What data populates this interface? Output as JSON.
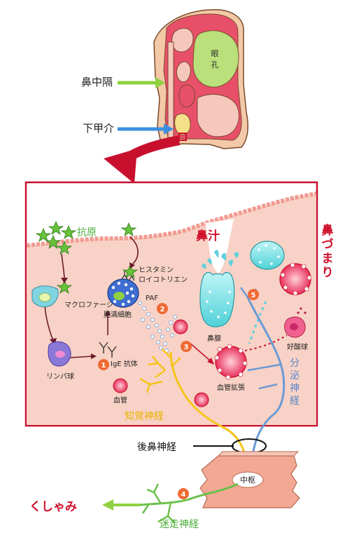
{
  "top_labels": {
    "septum": "鼻中隔",
    "turbinate": "下甲介",
    "orbit": "眼孔"
  },
  "side_labels": {
    "runny_nose": "鼻汁",
    "congestion": "鼻づまり",
    "sneeze": "くしゃみ"
  },
  "inner_labels": {
    "antigen": "抗原",
    "macrophage": "マクロファージ",
    "lymphocyte": "リンパ球",
    "ige": "IgE 抗体",
    "mast_cell": "肥満細胞",
    "mediators_1": "ヒスタミン",
    "mediators_2": "ロイコトリエン",
    "paf": "PAF",
    "blood_vessel": "血管",
    "nasal_gland": "鼻腺",
    "vasodilation": "血管拡張",
    "eosinophil": "好酸球",
    "sensory_nerve": "知覚神経",
    "secretory_nerve": "分泌神経"
  },
  "bottom_labels": {
    "posterior_nerve": "後鼻神経",
    "center": "中枢",
    "vagus_nerve": "迷走神経"
  },
  "steps": [
    "1",
    "2",
    "3",
    "4",
    "5"
  ],
  "colors": {
    "frame_red": "#c8102e",
    "tissue_pink": "#f6c8bd",
    "mucosa_edge": "#f4a8a0",
    "sensory_yellow": "#f5c518",
    "secretory_blue": "#6a9ad6",
    "vagus_green": "#6cc04a",
    "step_orange": "#ef6a33",
    "orbit_green": "#b9e07a",
    "arrow_green": "#8fd13f",
    "arrow_blue": "#3b8fe0",
    "label_blue": "#5a86c8",
    "label_yellow": "#e9b200",
    "label_green": "#4cae3a",
    "label_red": "#d0102a"
  }
}
